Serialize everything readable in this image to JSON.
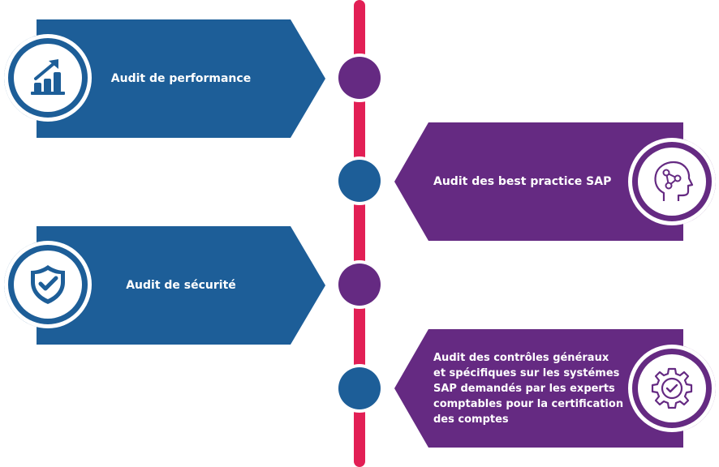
{
  "colors": {
    "timeline": "#e21f55",
    "blue": "#1d5e98",
    "purple": "#652a82",
    "background": "#ffffff"
  },
  "steps": [
    {
      "label": "Audit de performance",
      "side": "left",
      "color": "blue",
      "node_color": "purple",
      "icon": "growth-chart-icon"
    },
    {
      "label": "Audit des best practice SAP",
      "side": "right",
      "color": "purple",
      "node_color": "blue",
      "icon": "head-network-icon"
    },
    {
      "label": "Audit de sécurité",
      "side": "left",
      "color": "blue",
      "node_color": "purple",
      "icon": "shield-check-icon"
    },
    {
      "label_lines": [
        "Audit des contrôles généraux",
        "et spécifiques sur les systémes",
        "SAP demandés par les experts",
        "comptables pour la certification",
        "des comptes"
      ],
      "side": "right",
      "color": "purple",
      "node_color": "blue",
      "icon": "gear-check-icon"
    }
  ]
}
